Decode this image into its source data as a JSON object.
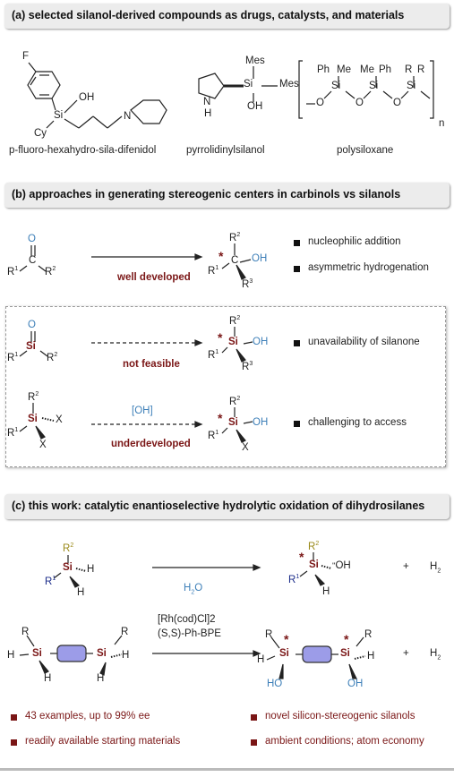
{
  "section_a": {
    "header": "(a) selected silanol-derived compounds as drugs, catalysts, and materials",
    "cmp1_name": "p-fluoro-hexahydro-sila-difenidol",
    "cmp2_name": "pyrrolidinylsilanol",
    "cmp3_name": "polysiloxane",
    "atoms": {
      "F": "F",
      "Si": "Si",
      "OH": "OH",
      "Cy": "Cy",
      "N": "N",
      "H": "H",
      "Mes": "Mes",
      "O": "O",
      "Ph": "Ph",
      "Me": "Me",
      "R": "R",
      "n": "n"
    }
  },
  "section_b": {
    "header": "(b) approaches in generating stereogenic centers in carbinols vs silanols",
    "row1_label": "well developed",
    "row1_bullets": [
      "nucleophilic addition",
      "asymmetric hydrogenation"
    ],
    "row2_label": "not feasible",
    "row2_bullet": "unavailability of silanone",
    "row3_top": "[OH]",
    "row3_label": "underdeveloped",
    "row3_bullet": "challenging to access"
  },
  "section_c": {
    "header": "(c) this work: catalytic enantioselective hydrolytic oxidation of dihydrosilanes",
    "reagent1": "H2O",
    "product_extra": "H2",
    "catalyst_line1": "[Rh(cod)Cl]2",
    "catalyst_line2": "(S,S)-Ph-BPE",
    "bullets": [
      "43 examples, up to 99% ee",
      "novel silicon-stereogenic silanols",
      "readily available starting materials",
      "ambient conditions; atom economy"
    ]
  },
  "colors": {
    "accent_red": "#7a1616",
    "accent_blue": "#3d7fb8",
    "olive": "#9a8a1a",
    "navy": "#1c2d8a"
  }
}
